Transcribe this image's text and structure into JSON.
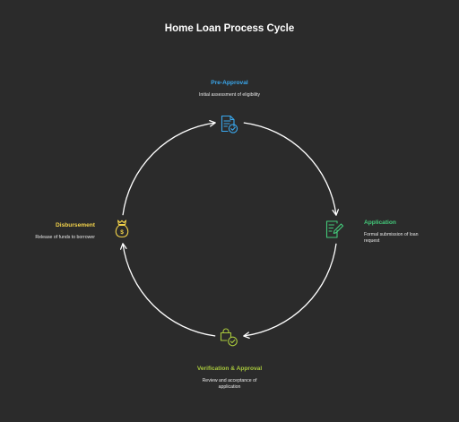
{
  "title": "Home Loan Process Cycle",
  "colors": {
    "background": "#2b2b2b",
    "cycle": "#ffffff",
    "pre_approval": "#3aa8ee",
    "application": "#43c97a",
    "verification": "#a8c83c",
    "disbursement": "#f2d24a"
  },
  "stages": {
    "pre_approval": {
      "label": "Pre-Approval",
      "description": "Initial assessment of eligibility",
      "icon": "document-check-icon"
    },
    "application": {
      "label": "Application",
      "description": "Formal submission of loan request",
      "icon": "form-pencil-icon"
    },
    "verification": {
      "label": "Verification & Approval",
      "description": "Review and acceptance of application",
      "icon": "bag-check-icon"
    },
    "disbursement": {
      "label": "Disbursement",
      "description": "Release of funds to borrower",
      "icon": "money-bag-icon"
    }
  }
}
